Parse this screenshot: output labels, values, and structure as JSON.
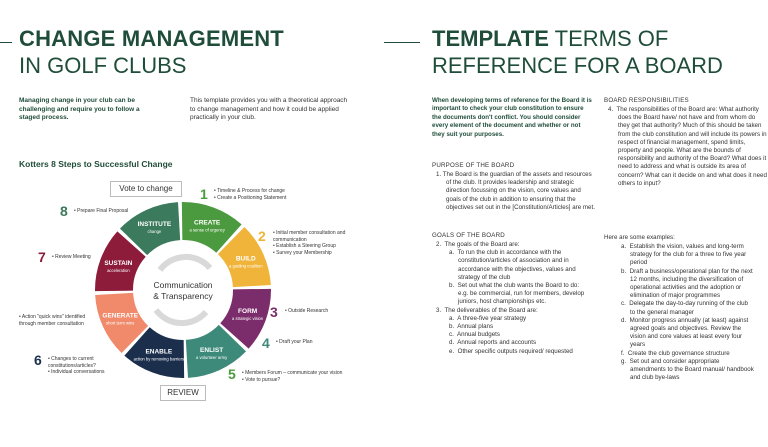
{
  "left": {
    "title_line1": "CHANGE MANAGEMENT",
    "title_line2": "IN GOLF CLUBS",
    "intro_bold": "Managing change in your club can be challenging and require you to follow a staged process.",
    "intro_text": "This template provides you with a theoretical approach to change management and how it could be applied practically in your club.",
    "diagram_title": "Kotters 8 Steps to Successful Change",
    "vote_label": "Vote to change",
    "review_label": "REVIEW",
    "center_line1": "Communication",
    "center_line2": "& Transparency",
    "steps": [
      {
        "num": "1",
        "title": "CREATE",
        "sub": "a sense of urgency",
        "color": "#4c9a3f",
        "notes": [
          "Timeline & Process for change",
          "Create a Positioning Statement"
        ]
      },
      {
        "num": "2",
        "title": "BUILD",
        "sub": "a guiding coalition",
        "color": "#f0b43a",
        "notes": [
          "Initial member consultation and communication",
          "Establish a Steering Group",
          "Survey your Membership"
        ]
      },
      {
        "num": "3",
        "title": "FORM",
        "sub": "a strategic vision",
        "color": "#7b2d6b",
        "notes": [
          "Outside Research"
        ]
      },
      {
        "num": "4",
        "title": "ENLIST",
        "sub": "a volunteer army",
        "color": "#3e8a7a",
        "notes": [
          "Draft your Plan"
        ]
      },
      {
        "num": "5",
        "title": "ENABLE",
        "sub": "action by removing barriers",
        "color": "#1b2f4d",
        "notes": [
          "Members Forum – communicate your vision",
          "Vote to pursue?"
        ]
      },
      {
        "num": "6",
        "title": "GENERATE",
        "sub": "short term wins",
        "color": "#f08a6b",
        "notes": [
          "Changes to current constitutions/articles?",
          "Individual conversations"
        ]
      },
      {
        "num": "7",
        "title": "SUSTAIN",
        "sub": "acceleration",
        "color": "#8c1c3a",
        "notes": [
          "Review Meeting"
        ]
      },
      {
        "num": "8",
        "title": "INSTITUTE",
        "sub": "change",
        "color": "#3b7a5c",
        "notes": [
          "Prepare Final Proposal"
        ]
      }
    ],
    "quick_wins_note": "Action \"quick wins\" identified through member consultation"
  },
  "right": {
    "title_bold": "TEMPLATE",
    "title_rest": "TERMS OF",
    "title_line2": "REFERENCE FOR A BOARD",
    "intro_bold": "When developing terms of reference for the Board it is important to check your club constitution to ensure the documents don't conflict. You should consider every element of the document and whether or not they suit your purposes.",
    "purpose_heading": "PURPOSE OF THE BOARD",
    "purpose_items": [
      {
        "num": "1.",
        "text": "The Board is the guardian of the assets and resources of the club. It provides leadership and strategic direction focussing on the vision, core values and goals of the club in addition to ensuring that the objectives set out in the [Constitution/Articles] are met."
      }
    ],
    "goals_heading": "GOALS OF THE BOARD",
    "goals_item2": "The goals of the Board are:",
    "goals_sub": [
      {
        "l": "a.",
        "text": "To run the club in accordance with the constitution/articles of association and in accordance with the objectives, values and strategy of the club"
      },
      {
        "l": "b.",
        "text": "Set out what the club wants the Board to do: e.g. be commercial, run for members, develop juniors, host championships etc."
      }
    ],
    "goals_item3": "The deliverables of the Board are:",
    "deliverables": [
      {
        "l": "a.",
        "text": "A three-five year strategy"
      },
      {
        "l": "b.",
        "text": "Annual plans"
      },
      {
        "l": "c.",
        "text": "Annual budgets"
      },
      {
        "l": "d.",
        "text": "Annual reports and accounts"
      },
      {
        "l": "e.",
        "text": "Other specific outputs required/ requested"
      }
    ],
    "resp_heading": "BOARD RESPONSIBILITIES",
    "resp_item4": "The responsibilities of the Board are: What authority does the Board have/ not have and from whom do they get that authority? Much of this should be taken from the club constitution and will include its powers in respect of financial management, spend limits, property and people. What are the bounds of responsibility and authority of the Board? What does it need to address and what is outside its area of concern? What can it decide on and what does it need others to input?",
    "examples_intro": "Here are some examples:",
    "examples": [
      {
        "l": "a.",
        "text": "Establish the vision, values and long-term strategy for the club for a three to five year period"
      },
      {
        "l": "b.",
        "text": "Draft a business/operational plan for the next 12 months, including the diversification of operational activities and the adoption or elimination of major programmes"
      },
      {
        "l": "c.",
        "text": "Delegate the day-to-day running of the club to the general manager"
      },
      {
        "l": "d.",
        "text": "Monitor progress annually (at least) against agreed goals and objectives. Review the vision and core values at least every four years"
      },
      {
        "l": "f.",
        "text": "Create the club governance structure"
      },
      {
        "l": "g.",
        "text": "Set out and consider appropriate amendments to the Board manual/ handbook and club bye-laws"
      }
    ]
  }
}
